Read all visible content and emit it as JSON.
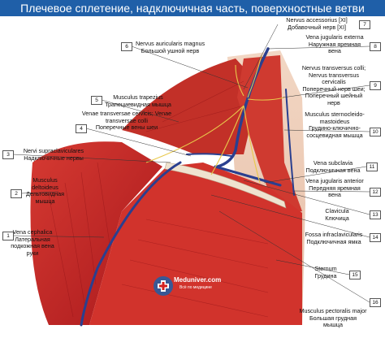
{
  "title": "Плечевое сплетение, надключичная часть, поверхностные ветви",
  "watermark": {
    "site": "Meduniver.com",
    "tagline": "Всё по медицине"
  },
  "colors": {
    "title_bg": "#1f5fa8",
    "muscle": "#c82424",
    "vein": "#2a3f8f",
    "nerve": "#e8c84a"
  },
  "labels": [
    {
      "num": "1",
      "lat": "Vena cephalica",
      "rus": "Латеральная подкожная вена руки"
    },
    {
      "num": "2",
      "lat": "Musculus deltoideus",
      "rus": "Дельтовидная мышца"
    },
    {
      "num": "3",
      "lat": "Nervi supraclaviculares",
      "rus": "Надключичные нервы"
    },
    {
      "num": "4",
      "lat": "Venae transversae cervicis; Venae transversae colli",
      "rus": "Поперечные вены шеи"
    },
    {
      "num": "5",
      "lat": "Musculus trapezius",
      "rus": "Трапециевидная мышца"
    },
    {
      "num": "6",
      "lat": "Nervus auricularis magnus",
      "rus": "Большой ушной нерв"
    },
    {
      "num": "7",
      "lat": "Nervus accessorius [XI]",
      "rus": "Добавочный нерв [XI]"
    },
    {
      "num": "8",
      "lat": "Vena jugularis externa",
      "rus": "Наружная яремная вена"
    },
    {
      "num": "9",
      "lat": "Nervus transversus colli; Nervus transversus cervicalis",
      "rus": "Поперечный нерв шеи; Поперечный шейный нерв"
    },
    {
      "num": "10",
      "lat": "Musculus sternocleido-mastoideus",
      "rus": "Грудино-ключично-сосцевидная мышца"
    },
    {
      "num": "11",
      "lat": "Vena subclavia",
      "rus": "Подключичная вена"
    },
    {
      "num": "12",
      "lat": "Vena jugularis anterior",
      "rus": "Передняя яремная вена"
    },
    {
      "num": "13",
      "lat": "Clavicula",
      "rus": "Ключица"
    },
    {
      "num": "14",
      "lat": "Fossa infraclavicularis",
      "rus": "Подключичная ямка"
    },
    {
      "num": "15",
      "lat": "Sternum",
      "rus": "Грудина"
    },
    {
      "num": "16",
      "lat": "Musculus pectoralis major",
      "rus": "Большая грудная мышца"
    }
  ]
}
